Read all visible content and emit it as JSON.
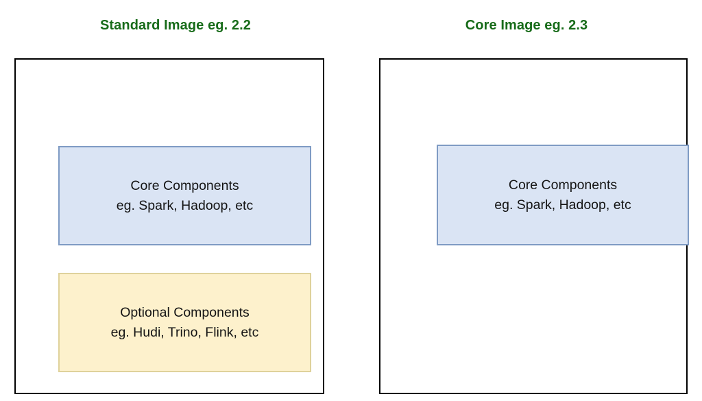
{
  "diagram": {
    "title_color": "#176b19",
    "background": "#ffffff",
    "panels": [
      {
        "id": "standard-image",
        "title": "Standard Image eg. 2.2",
        "boxes": [
          {
            "id": "core-components",
            "kind": "core",
            "fill": "#dae4f4",
            "border": "#7f9bc4",
            "lines": [
              "Core Components",
              "eg. Spark, Hadoop, etc"
            ]
          },
          {
            "id": "optional-components",
            "kind": "optional",
            "fill": "#fdf1cc",
            "border": "#dfd29b",
            "lines": [
              "Optional Components",
              "eg. Hudi, Trino, Flink, etc"
            ]
          }
        ]
      },
      {
        "id": "core-image",
        "title": "Core Image eg. 2.3",
        "boxes": [
          {
            "id": "core-components",
            "kind": "core",
            "fill": "#dae4f4",
            "border": "#7f9bc4",
            "lines": [
              "Core Components",
              "eg. Spark, Hadoop, etc"
            ]
          }
        ]
      }
    ]
  }
}
